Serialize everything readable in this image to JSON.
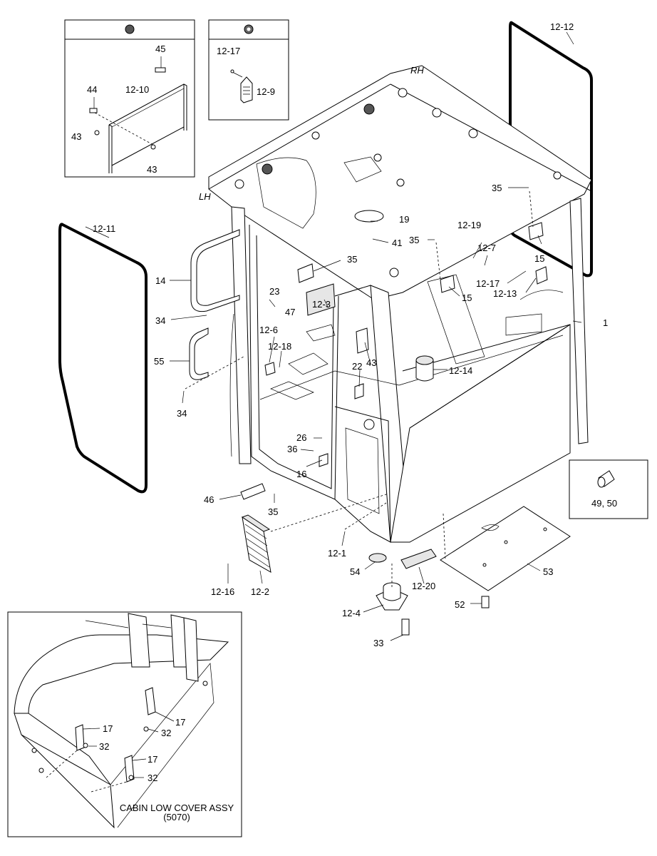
{
  "callouts": [
    {
      "id": "c-12-12",
      "text": "12-12"
    },
    {
      "id": "c-45",
      "text": "45"
    },
    {
      "id": "c-44",
      "text": "44"
    },
    {
      "id": "c-12-10",
      "text": "12-10"
    },
    {
      "id": "c-43a",
      "text": "43"
    },
    {
      "id": "c-43b",
      "text": "43"
    },
    {
      "id": "c-12-17a",
      "text": "12-17"
    },
    {
      "id": "c-12-9",
      "text": "12-9"
    },
    {
      "id": "c-rh",
      "text": "RH"
    },
    {
      "id": "c-lh",
      "text": "LH"
    },
    {
      "id": "c-35a",
      "text": "35"
    },
    {
      "id": "c-12-11",
      "text": "12-11"
    },
    {
      "id": "c-19",
      "text": "19"
    },
    {
      "id": "c-41",
      "text": "41"
    },
    {
      "id": "c-35b",
      "text": "35"
    },
    {
      "id": "c-12-19",
      "text": "12-19"
    },
    {
      "id": "c-12-7",
      "text": "12-7"
    },
    {
      "id": "c-15a",
      "text": "15"
    },
    {
      "id": "c-35c",
      "text": "35"
    },
    {
      "id": "c-14",
      "text": "14"
    },
    {
      "id": "c-23",
      "text": "23"
    },
    {
      "id": "c-15b",
      "text": "15"
    },
    {
      "id": "c-12-17b",
      "text": "12-17"
    },
    {
      "id": "c-12-13",
      "text": "12-13"
    },
    {
      "id": "c-47",
      "text": "47"
    },
    {
      "id": "c-12-3",
      "text": "12-3"
    },
    {
      "id": "c-34a",
      "text": "34"
    },
    {
      "id": "c-1",
      "text": "1"
    },
    {
      "id": "c-12-6",
      "text": "12-6"
    },
    {
      "id": "c-12-18",
      "text": "12-18"
    },
    {
      "id": "c-55",
      "text": "55"
    },
    {
      "id": "c-22",
      "text": "22"
    },
    {
      "id": "c-43c",
      "text": "43"
    },
    {
      "id": "c-12-14",
      "text": "12-14"
    },
    {
      "id": "c-34b",
      "text": "34"
    },
    {
      "id": "c-26",
      "text": "26"
    },
    {
      "id": "c-36",
      "text": "36"
    },
    {
      "id": "c-16",
      "text": "16"
    },
    {
      "id": "c-49-50",
      "text": "49, 50"
    },
    {
      "id": "c-46",
      "text": "46"
    },
    {
      "id": "c-35d",
      "text": "35"
    },
    {
      "id": "c-12-1",
      "text": "12-1"
    },
    {
      "id": "c-54",
      "text": "54"
    },
    {
      "id": "c-53",
      "text": "53"
    },
    {
      "id": "c-12-16",
      "text": "12-16"
    },
    {
      "id": "c-12-2",
      "text": "12-2"
    },
    {
      "id": "c-12-20",
      "text": "12-20"
    },
    {
      "id": "c-12-4",
      "text": "12-4"
    },
    {
      "id": "c-52",
      "text": "52"
    },
    {
      "id": "c-33",
      "text": "33"
    },
    {
      "id": "c-17a",
      "text": "17"
    },
    {
      "id": "c-32a",
      "text": "32"
    },
    {
      "id": "c-17b",
      "text": "17"
    },
    {
      "id": "c-32b",
      "text": "32"
    },
    {
      "id": "c-17c",
      "text": "17"
    },
    {
      "id": "c-32c",
      "text": "32"
    }
  ],
  "inset_caption": {
    "title": "CABIN LOW COVER ASSY",
    "code": "(5070)"
  }
}
